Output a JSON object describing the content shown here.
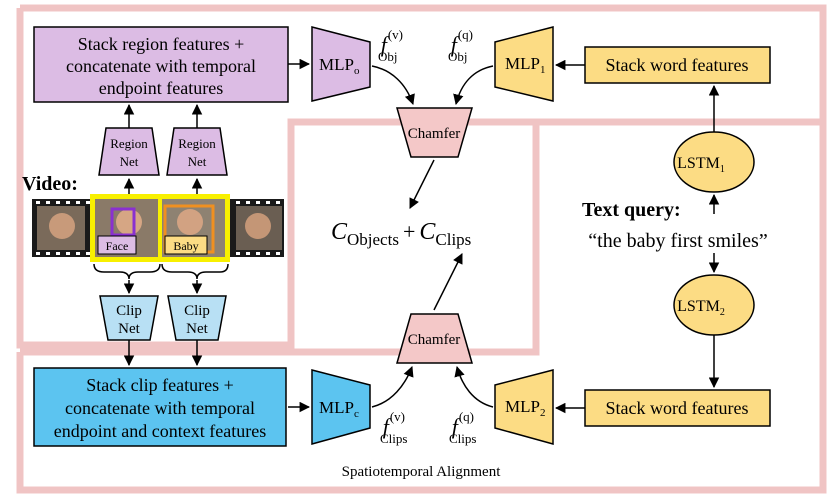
{
  "boxes": {
    "region_stack": [
      "Stack region features +",
      "concatenate with temporal",
      "endpoint features"
    ],
    "clip_stack": [
      "Stack clip features +",
      "concatenate with temporal",
      "endpoint and context features"
    ],
    "word_stack_top": "Stack word features",
    "word_stack_bottom": "Stack word features"
  },
  "mlp": {
    "obj_main": "MLP",
    "obj_sub": "o",
    "q1_main": "MLP",
    "q1_sub": "1",
    "clip_main": "MLP",
    "clip_sub": "c",
    "q2_main": "MLP",
    "q2_sub": "2"
  },
  "feature_labels": {
    "f": "f",
    "sup_v": "(v)",
    "sup_q": "(q)",
    "sub_obj": "Obj",
    "sub_clips": "Clips"
  },
  "chamfer_top": "Chamfer",
  "chamfer_bottom": "Chamfer",
  "region_net_1": [
    "Region",
    "Net"
  ],
  "region_net_2": [
    "Region",
    "Net"
  ],
  "clip_net_1": [
    "Clip",
    "Net"
  ],
  "clip_net_2": [
    "Clip",
    "Net"
  ],
  "video_label": "Video:",
  "face_label": "Face",
  "baby_label": "Baby",
  "lstm": {
    "main": "LSTM",
    "sub1": "1",
    "sub2": "2"
  },
  "text_query_label": "Text query:",
  "query_text": "“the baby first smiles”",
  "loss": {
    "c": "C",
    "objects": "Objects",
    "plus": "+",
    "clips": "Clips"
  },
  "section_label": "Spatiotemporal Alignment",
  "colors": {
    "purple_fill": "#dcbce4",
    "yellow_fill": "#fcdc84",
    "blue_light": "#b8e0f4",
    "blue_dark": "#5cc4f0",
    "pink_fill": "#f4c8c8",
    "pink_border": "#f0c4c4",
    "highlight_yellow": "#f8f000"
  }
}
